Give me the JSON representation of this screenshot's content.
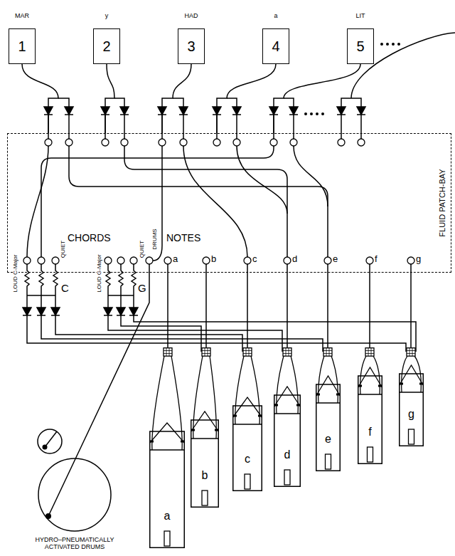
{
  "diagram": {
    "nodes": [
      {
        "text": [
          "MAR",
          "1"
        ]
      },
      {
        "text": [
          "y",
          "2"
        ]
      },
      {
        "text": [
          "HAD",
          "3"
        ]
      },
      {
        "text": [
          "a",
          "4"
        ]
      },
      {
        "text": [
          "LIT",
          "5"
        ]
      },
      {
        "text": [
          "FLUID PATCH-BAY"
        ]
      },
      {
        "text": [
          "a"
        ]
      },
      {
        "text": [
          "b"
        ]
      },
      {
        "text": [
          "c"
        ]
      },
      {
        "text": [
          "d"
        ]
      },
      {
        "text": [
          "e"
        ]
      },
      {
        "text": [
          "f"
        ]
      },
      {
        "text": [
          "g"
        ]
      },
      {
        "text": [
          "HYDRO–PNEUMATICALLY ACTIVATED DRUMS"
        ]
      }
    ],
    "edges": [
      {
        "from": 0,
        "to": 5,
        "arrow": "none"
      },
      {
        "from": 1,
        "to": 5,
        "arrow": "none"
      },
      {
        "from": 2,
        "to": 5,
        "arrow": "none"
      },
      {
        "from": 3,
        "to": 5,
        "arrow": "none"
      },
      {
        "from": 4,
        "to": 5,
        "arrow": "none"
      },
      {
        "from": 5,
        "to": 6,
        "arrow": "none"
      },
      {
        "from": 5,
        "to": 7,
        "arrow": "none"
      },
      {
        "from": 5,
        "to": 8,
        "arrow": "none"
      },
      {
        "from": 5,
        "to": 9,
        "arrow": "none"
      },
      {
        "from": 5,
        "to": 10,
        "arrow": "none"
      },
      {
        "from": 5,
        "to": 11,
        "arrow": "none"
      },
      {
        "from": 5,
        "to": 12,
        "arrow": "none"
      },
      {
        "from": 5,
        "to": 13,
        "arrow": "none"
      }
    ],
    "labels": [
      "CHORDS",
      "NOTES",
      "LOUD C-Major",
      "QUIET",
      "LOUD G-Major",
      "QUIET",
      "DRUMS",
      "a",
      "b",
      "c",
      "d",
      "e",
      "f",
      "g",
      "C",
      "G"
    ]
  }
}
